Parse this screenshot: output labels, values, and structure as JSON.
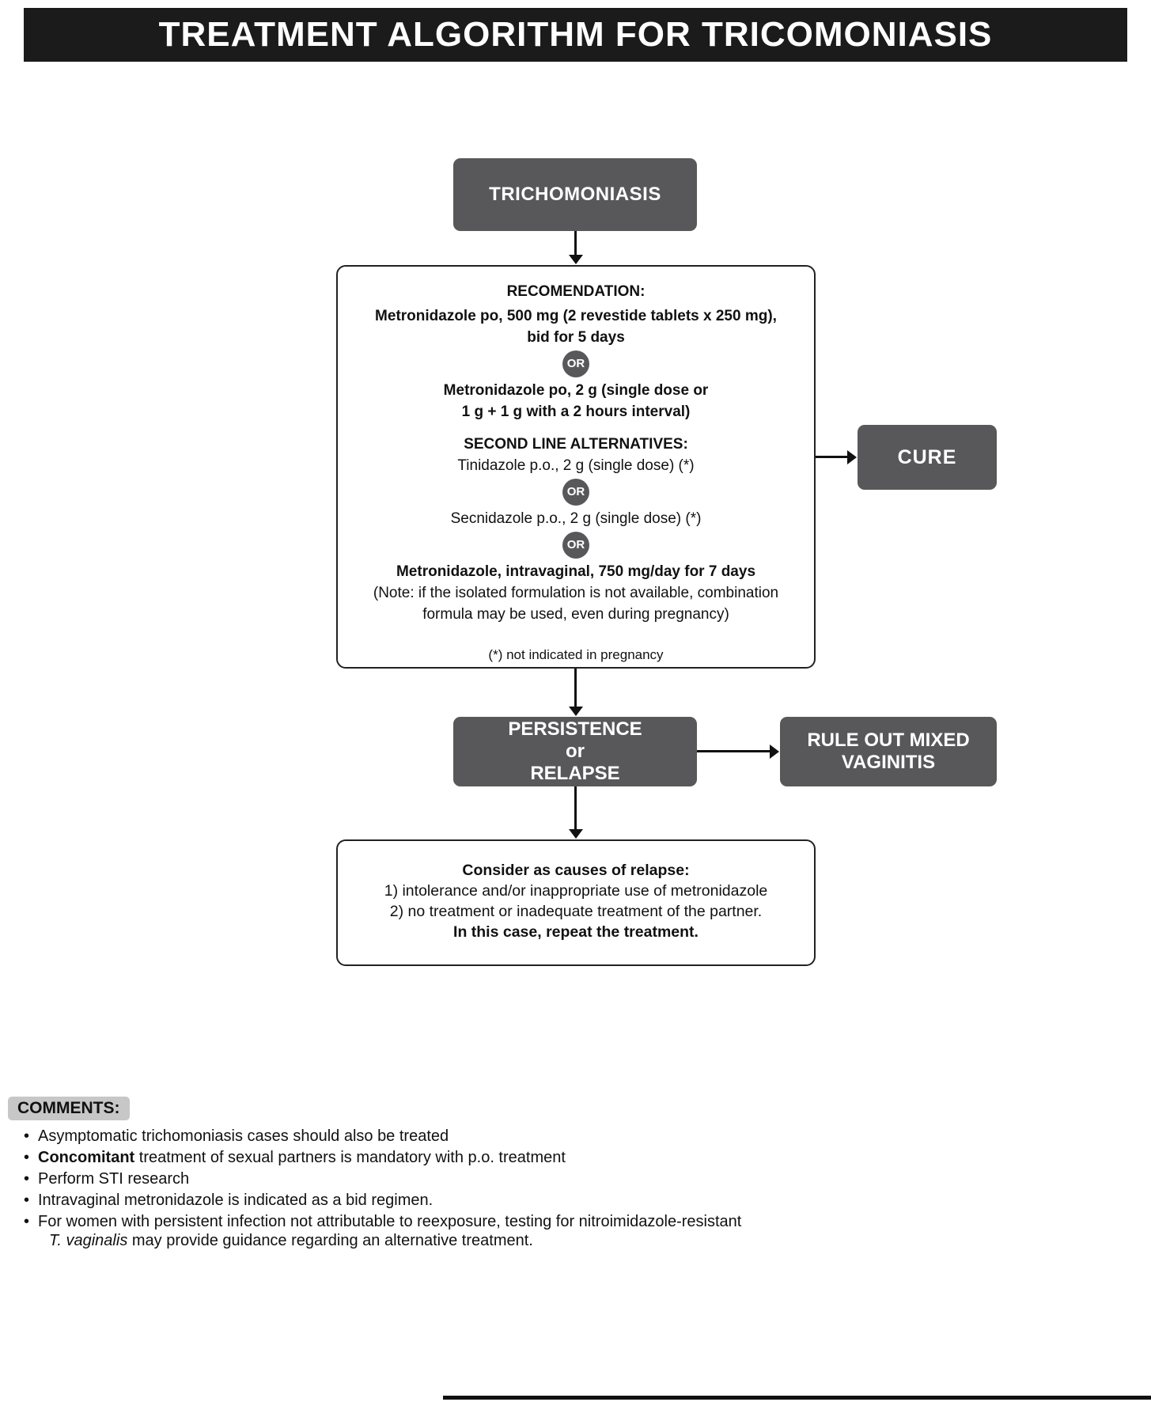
{
  "header": {
    "title": "TREATMENT ALGORITHM FOR TRICOMONIASIS"
  },
  "nodes": {
    "trichomoniasis": "TRICHOMONIASIS",
    "cure": "CURE",
    "persistence": {
      "line1": "PERSISTENCE",
      "line2": "or",
      "line3": "RELAPSE"
    },
    "rule_out": {
      "line1": "RULE OUT MIXED",
      "line2": "VAGINITIS"
    }
  },
  "recommendation": {
    "heading": "RECOMENDATION:",
    "option1_line1": "Metronidazole po, 500 mg (2 revestide tablets x 250 mg),",
    "option1_line2": "bid for 5 days",
    "or_label": "OR",
    "option2_line1": "Metronidazole po, 2 g (single dose or",
    "option2_line2": "1 g + 1 g with a 2 hours interval)",
    "second_line_heading": "SECOND LINE ALTERNATIVES:",
    "alt1": "Tinidazole p.o., 2 g (single dose) (*)",
    "alt2": "Secnidazole p.o., 2 g (single dose) (*)",
    "alt3_title": "Metronidazole, intravaginal, 750 mg/day for 7 days",
    "alt3_note_line1": "(Note: if the isolated formulation is not available, combination",
    "alt3_note_line2": "formula may be used, even during pregnancy)",
    "footnote": "(*) not indicated in pregnancy"
  },
  "relapse": {
    "heading": "Consider as causes of relapse:",
    "cause1": "1) intolerance and/or inappropriate use of metronidazole",
    "cause2": "2) no treatment or inadequate treatment of the partner.",
    "action": "In this case, repeat the treatment."
  },
  "comments": {
    "label": "COMMENTS:",
    "item1": "Asymptomatic trichomoniasis cases should also be treated",
    "item2_bold": "Concomitant",
    "item2_rest": " treatment of sexual partners is mandatory with p.o. treatment",
    "item3": "Perform STI research",
    "item4": "Intravaginal metronidazole is indicated as a bid regimen.",
    "item5_line1": "For women with persistent infection not attributable to reexposure, testing for nitroimidazole-resistant",
    "item5_italic": "T. vaginalis",
    "item5_rest": " may provide guidance regarding an alternative treatment."
  },
  "colors": {
    "header_bg": "#1b1b1b",
    "node_bg": "#58585a",
    "comments_label_bg": "#c7c7c7"
  }
}
